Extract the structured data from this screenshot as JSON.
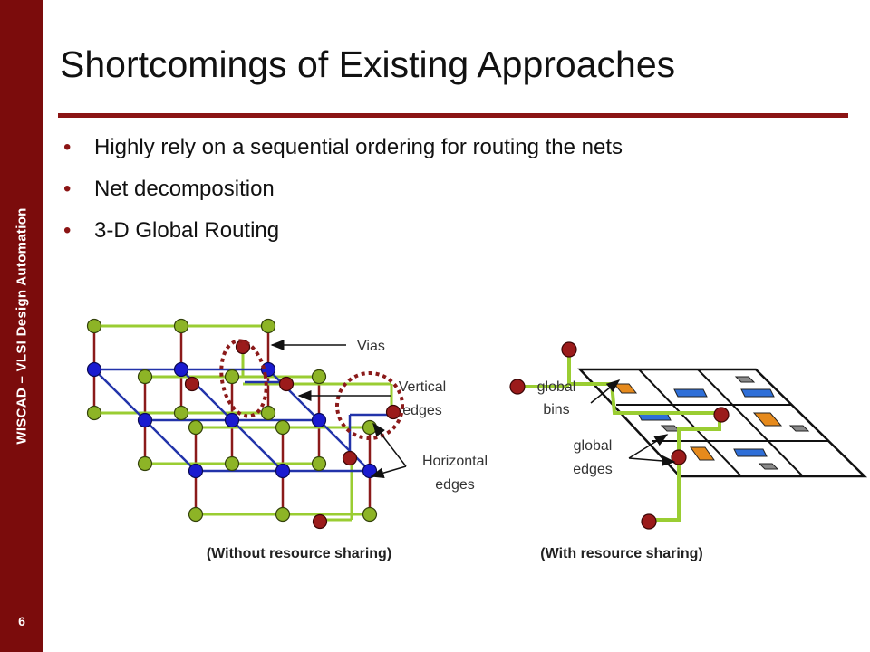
{
  "sidebar": {
    "text": "WISCAD – VLSI Design Automation",
    "page_number": "6"
  },
  "title": "Shortcomings of Existing Approaches",
  "bullets": [
    "Highly rely on a sequential ordering for routing the nets",
    "Net decomposition",
    "3-D Global Routing"
  ],
  "diagram": {
    "labels": {
      "vias": "Vias",
      "vertical_line1": "Vertical",
      "vertical_line2": "edges",
      "horizontal_line1": "Horizontal",
      "horizontal_line2": "edges",
      "bins_line1": "global",
      "bins_line2": "bins",
      "gedges_line1": "global",
      "gedges_line2": "edges"
    },
    "captions": {
      "left": "(Without resource sharing)",
      "right": "(With resource sharing)"
    }
  },
  "colors": {
    "sidebar": "#7b0c0c",
    "rule": "#8b1414",
    "green_edge": "#9acd32",
    "blue_edge": "#2233aa",
    "red_edge": "#8b1a1a"
  }
}
